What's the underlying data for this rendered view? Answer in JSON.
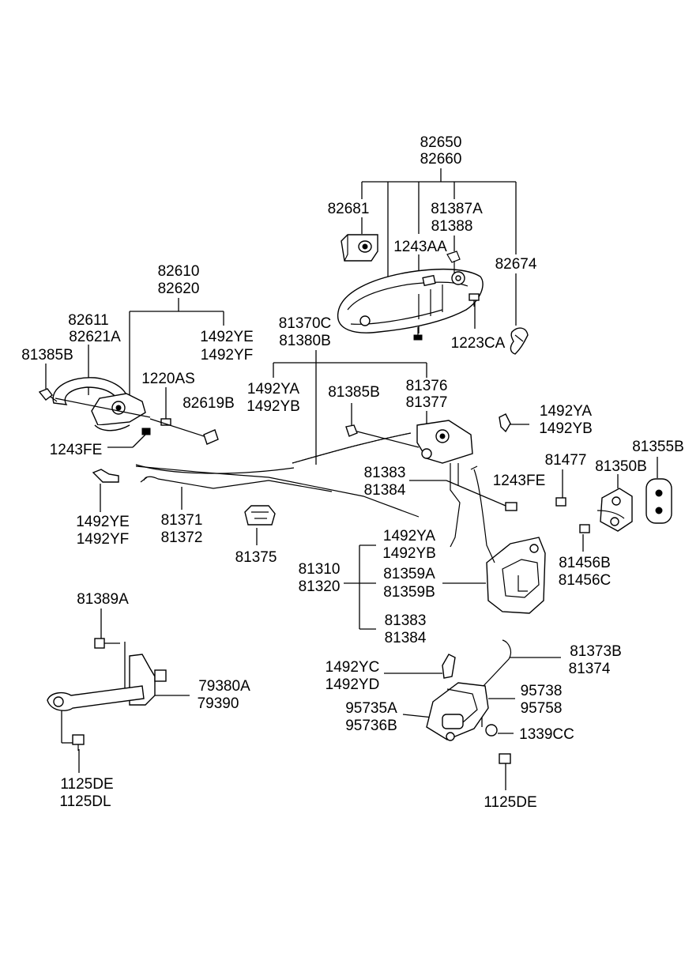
{
  "labels": {
    "l82650": "82650",
    "l82660": "82660",
    "l82681": "82681",
    "l81387a": "81387A",
    "l81388": "81388",
    "l1243aa": "1243AA",
    "l82674": "82674",
    "l1223ca": "1223CA",
    "l82610": "82610",
    "l82620": "82620",
    "l82611": "82611",
    "l82621a": "82621A",
    "l1492ye_a": "1492YE",
    "l1492yf_a": "1492YF",
    "l81385b_a": "81385B",
    "l1220as": "1220AS",
    "l82619b": "82619B",
    "l1243fe_a": "1243FE",
    "l81370c": "81370C",
    "l81380b": "81380B",
    "l1492ya_a": "1492YA",
    "l1492yb_a": "1492YB",
    "l81385b_b": "81385B",
    "l81376": "81376",
    "l81377": "81377",
    "l1492ya_b": "1492YA",
    "l1492yb_b": "1492YB",
    "l81355b": "81355B",
    "l81477": "81477",
    "l81350b": "81350B",
    "l81383_a": "81383",
    "l81384_a": "81384",
    "l1243fe_b": "1243FE",
    "l1492ye_b": "1492YE",
    "l1492yf_b": "1492YF",
    "l81371": "81371",
    "l81372": "81372",
    "l81375": "81375",
    "l1492ya_c": "1492YA",
    "l1492yb_c": "1492YB",
    "l81310": "81310",
    "l81320": "81320",
    "l81359a": "81359A",
    "l81359b": "81359B",
    "l81383_b": "81383",
    "l81384_b": "81384",
    "l81456b": "81456B",
    "l81456c": "81456C",
    "l81389a": "81389A",
    "l79380a": "79380A",
    "l79390": "79390",
    "l1125de_a": "1125DE",
    "l1125dl": "1125DL",
    "l81373b": "81373B",
    "l81374": "81374",
    "l1492yc": "1492YC",
    "l1492yd": "1492YD",
    "l95738": "95738",
    "l95758": "95758",
    "l95735a": "95735A",
    "l95736b": "95736B",
    "l1339cc": "1339CC",
    "l1125de_b": "1125DE"
  }
}
